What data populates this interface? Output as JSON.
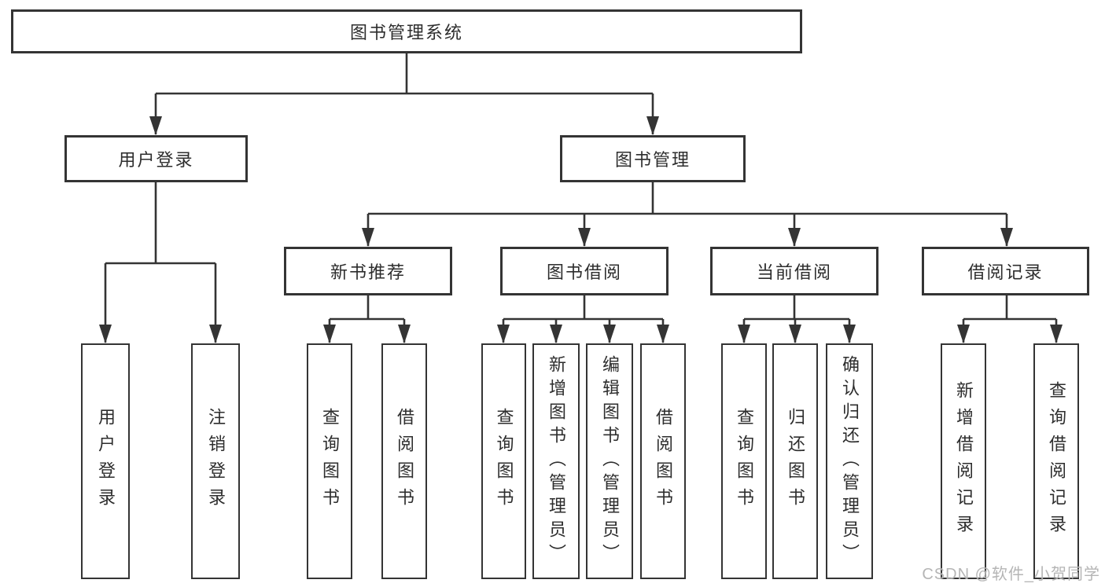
{
  "tree": {
    "label": "图书管理系统",
    "children": [
      {
        "label": "用户登录",
        "children": [
          {
            "label": "用户登录"
          },
          {
            "label": "注销登录"
          }
        ]
      },
      {
        "label": "图书管理",
        "children": [
          {
            "label": "新书推荐",
            "children": [
              {
                "label": "查询图书"
              },
              {
                "label": "借阅图书"
              }
            ]
          },
          {
            "label": "图书借阅",
            "children": [
              {
                "label": "查询图书"
              },
              {
                "label": "新增图书（管理员）"
              },
              {
                "label": "编辑图书（管理员）"
              },
              {
                "label": "借阅图书"
              }
            ]
          },
          {
            "label": "当前借阅",
            "children": [
              {
                "label": "查询图书"
              },
              {
                "label": "归还图书"
              },
              {
                "label": "确认归还（管理员）"
              }
            ]
          },
          {
            "label": "借阅记录",
            "children": [
              {
                "label": "新增借阅记录"
              },
              {
                "label": "查询借阅记录"
              }
            ]
          }
        ]
      }
    ]
  },
  "watermark": {
    "text": "CSDN @软件_小贺同学"
  },
  "colors": {
    "line": "#343434",
    "border": "#343434",
    "text": "#2d2d2d",
    "watermark": "#adadad",
    "background": "#ffffff"
  }
}
